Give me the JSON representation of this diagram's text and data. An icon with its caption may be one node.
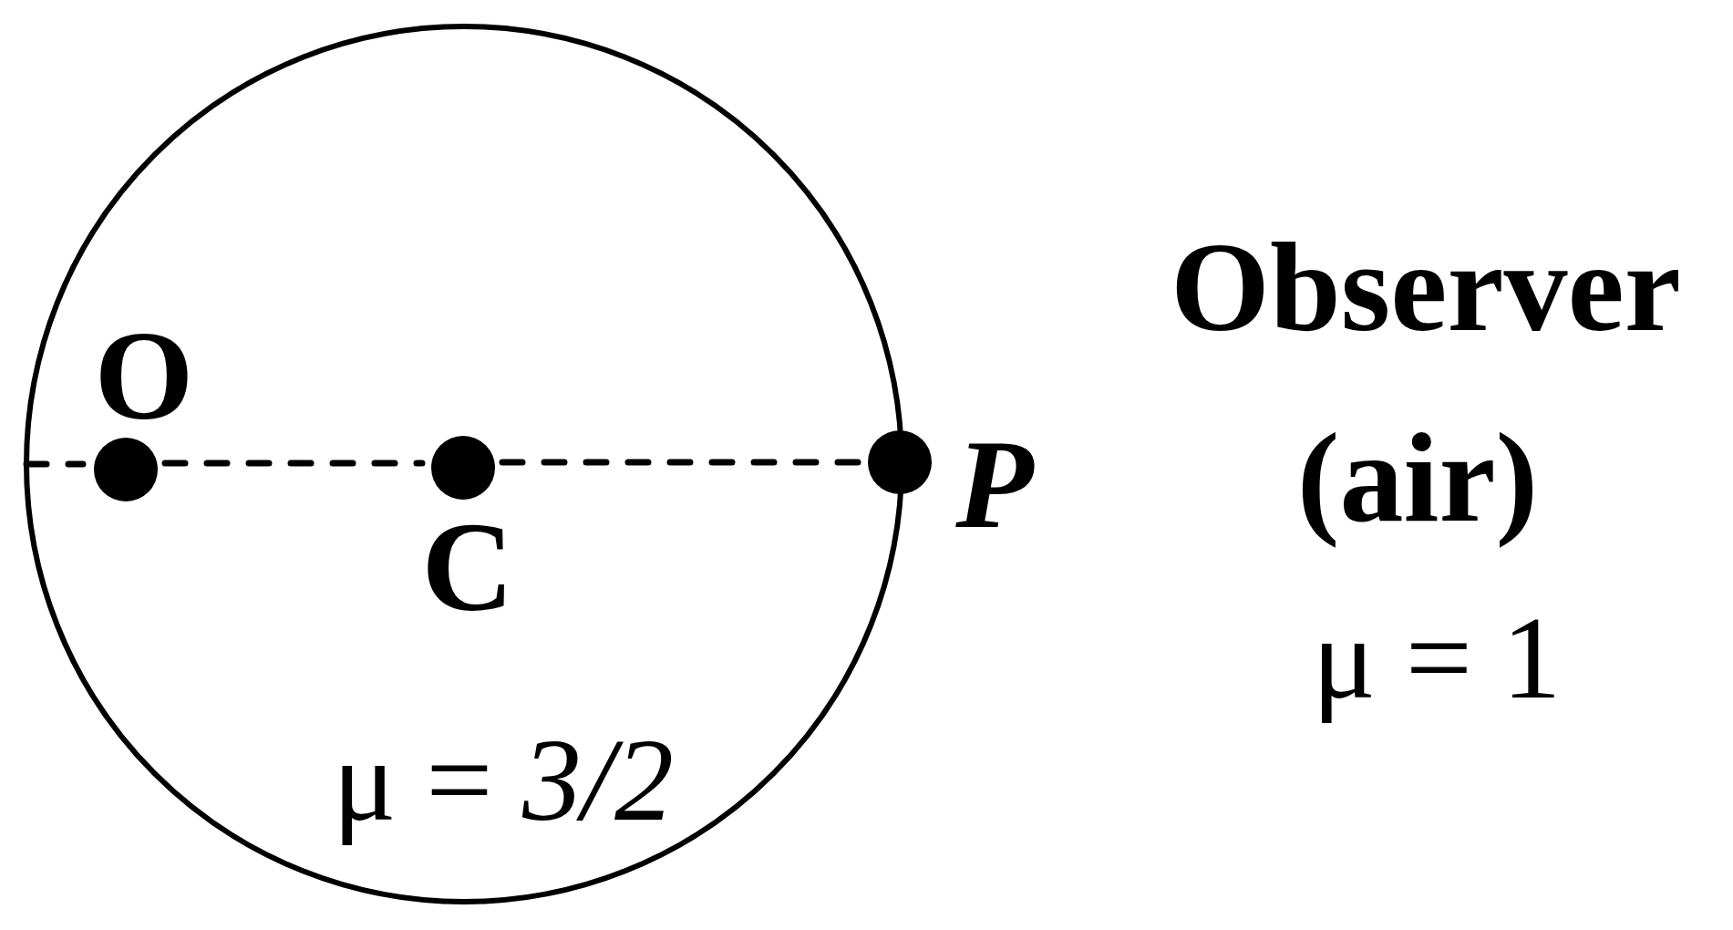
{
  "diagram": {
    "nodes": [
      {
        "text": [
          "μ = *3/2*"
        ]
      },
      {
        "text": [],
        "shape": "circle",
        "beside": [
          "O"
        ],
        "in": 0
      },
      {
        "text": [],
        "shape": "circle",
        "beside": [
          "C"
        ],
        "in": 0
      },
      {
        "text": [],
        "shape": "circle",
        "beside": [
          "P"
        ]
      }
    ],
    "edges": [
      {
        "from": 1,
        "to": 2,
        "arrow": "none",
        "style": "dashed"
      },
      {
        "from": 2,
        "to": 3,
        "arrow": "none",
        "style": "dashed"
      }
    ],
    "labels": [
      "Observer",
      "(air)",
      "μ = 1"
    ]
  }
}
